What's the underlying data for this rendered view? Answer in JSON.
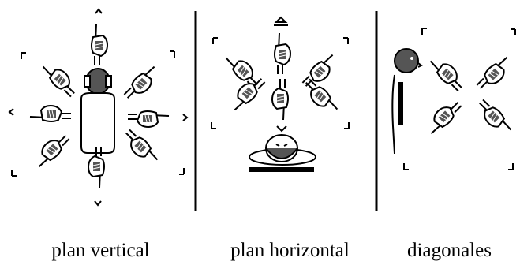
{
  "captions": {
    "vertical": "plan vertical",
    "horizontal": "plan horizontal",
    "diagonal": "diagonales"
  },
  "panels": [
    {
      "id": "vertical",
      "figure": "body-front-view-icon",
      "pointing_hands": 8
    },
    {
      "id": "horizontal",
      "figure": "head-top-view-icon",
      "pointing_hands": 6
    },
    {
      "id": "diagonal",
      "figure": "body-side-view-icon",
      "pointing_hands": 4
    }
  ],
  "colors": {
    "ink": "#000000",
    "paper": "#ffffff",
    "shade": "#555555"
  }
}
